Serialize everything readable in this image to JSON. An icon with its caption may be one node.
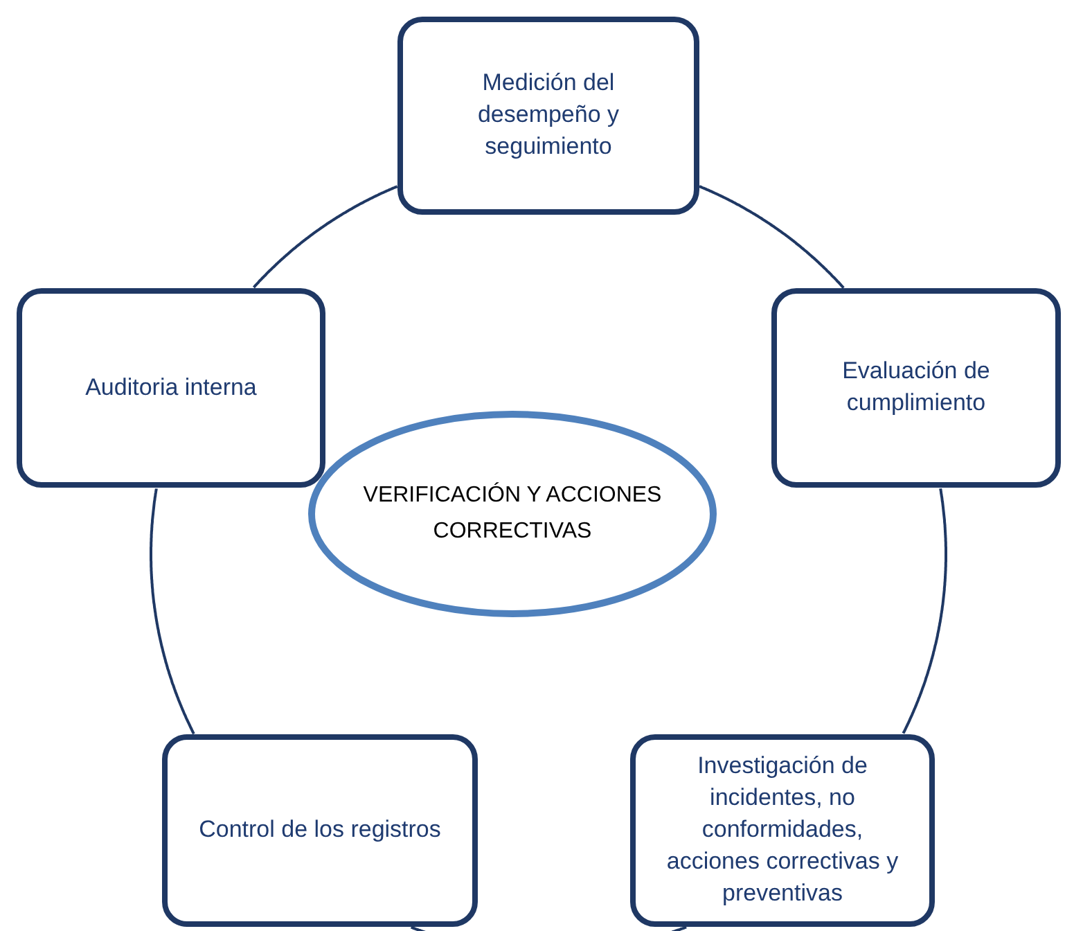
{
  "diagram": {
    "nodes": [
      {
        "text": [
          "Medición del desempeño y seguimiento"
        ]
      },
      {
        "text": [
          "Auditoria interna"
        ]
      },
      {
        "text": [
          "Evaluación de cumplimiento"
        ]
      },
      {
        "text": [
          "VERIFICACIÓN Y ACCIONES CORRECTIVAS"
        ]
      },
      {
        "text": [
          "Control de los registros"
        ]
      },
      {
        "text": [
          "Investigación de incidentes, no conformidades, acciones correctivas y preventivas"
        ]
      }
    ],
    "edges": [
      {
        "from": 0,
        "to": 2,
        "arrow": "none"
      },
      {
        "from": 2,
        "to": 5,
        "arrow": "none"
      },
      {
        "from": 5,
        "to": 4,
        "arrow": "none"
      },
      {
        "from": 4,
        "to": 1,
        "arrow": "none"
      },
      {
        "from": 1,
        "to": 0,
        "arrow": "none"
      }
    ]
  }
}
